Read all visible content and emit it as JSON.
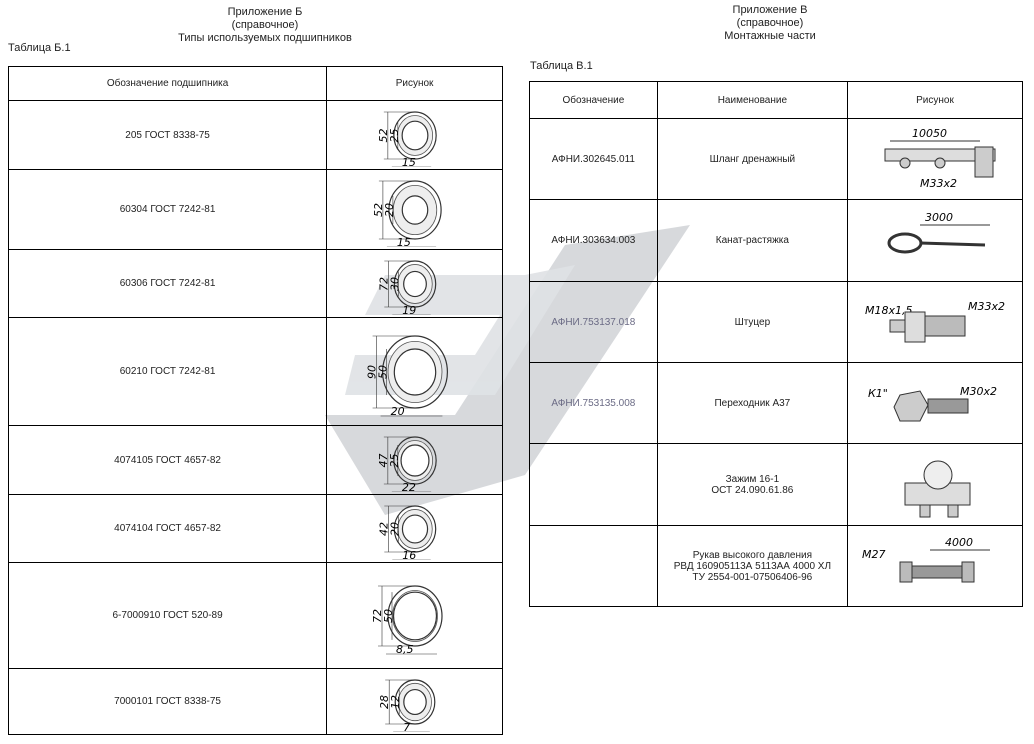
{
  "appendix_b": {
    "title": "Приложение Б",
    "note": "(справочное)",
    "subtitle": "Типы используемых подшипников",
    "table_caption": "Таблица Б.1",
    "headers": [
      "Обозначение подшипника",
      "Рисунок"
    ],
    "rows": [
      {
        "designation": "205 ГОСТ 8338-75",
        "dims": [
          "52",
          "25",
          "15"
        ]
      },
      {
        "designation": "60304 ГОСТ 7242-81",
        "dims": [
          "52",
          "20",
          "15"
        ]
      },
      {
        "designation": "60306 ГОСТ 7242-81",
        "dims": [
          "72",
          "30",
          "19"
        ]
      },
      {
        "designation": "60210 ГОСТ 7242-81",
        "dims": [
          "90",
          "50",
          "20"
        ]
      },
      {
        "designation": "4074105 ГОСТ 4657-82",
        "dims": [
          "47",
          "25",
          "22"
        ]
      },
      {
        "designation": "4074104 ГОСТ 4657-82",
        "dims": [
          "42",
          "20",
          "16"
        ]
      },
      {
        "designation": "6-7000910 ГОСТ 520-89",
        "dims": [
          "72",
          "50",
          "8,5"
        ]
      },
      {
        "designation": "7000101 ГОСТ 8338-75",
        "dims": [
          "28",
          "12",
          "7"
        ]
      }
    ]
  },
  "appendix_v": {
    "title": "Приложение В",
    "note": "(справочное)",
    "subtitle": "Монтажные части",
    "table_caption": "Таблица В.1",
    "headers": [
      "Обозначение",
      "Наименование",
      "Рисунок"
    ],
    "rows": [
      {
        "code": "АФНИ.302645.011",
        "name": "Шланг дренажный",
        "labels": [
          "10050",
          "М33х2"
        ]
      },
      {
        "code": "АФНИ.303634.003",
        "name": "Канат-растяжка",
        "labels": [
          "3000"
        ]
      },
      {
        "code": "АФНИ.753137.018",
        "name": "Штуцер",
        "labels": [
          "М18х1,5",
          "М33х2"
        ]
      },
      {
        "code": "АФНИ.753135.008",
        "name": "Переходник А37",
        "labels": [
          "К1\"",
          "М30х2"
        ]
      },
      {
        "code": "",
        "name_lines": [
          "Зажим 16-1",
          "ОСТ 24.090.61.86"
        ],
        "labels": []
      },
      {
        "code": "",
        "name_lines": [
          "Рукав высокого давления",
          "РВД 160905113А 5113АА 4000 ХЛ",
          "ТУ 2554-001-07506406-96"
        ],
        "labels": [
          "М27",
          "4000"
        ]
      }
    ]
  }
}
